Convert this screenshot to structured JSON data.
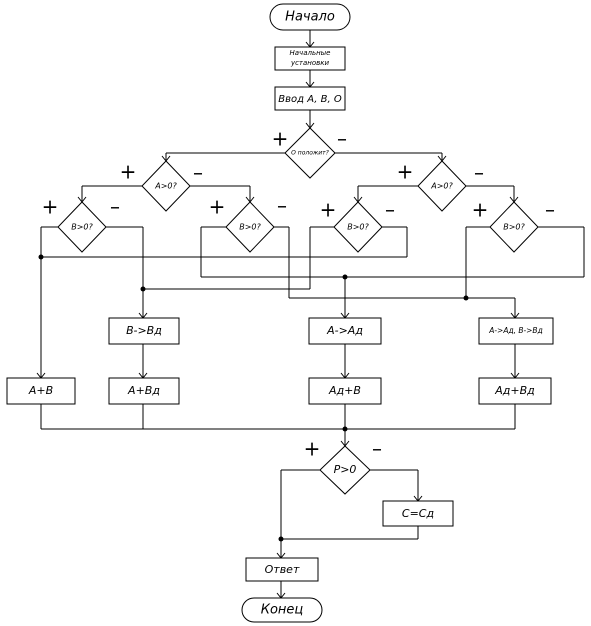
{
  "start": "Начало",
  "init_line1": "Начальные",
  "init_line2": "установки",
  "input": "Ввод A, B, O",
  "cond_main": "O положит?",
  "cond_a_left": "A>0?",
  "cond_a_right": "A>0?",
  "cond_b1": "B>0?",
  "cond_b2": "B>0?",
  "cond_b3": "B>0?",
  "cond_b4": "B>0?",
  "proc_b": "B->Bд",
  "proc_a": "A->Aд",
  "proc_ab": "A->Aд, B->Bд",
  "sum1": "A+B",
  "sum2": "A+Bд",
  "sum3": "Aд+B",
  "sum4": "Aд+Bд",
  "cond_p": "P>0",
  "proc_c": "C=Cд",
  "answer": "Ответ",
  "end": "Конец",
  "plus": "+",
  "minus": "–"
}
